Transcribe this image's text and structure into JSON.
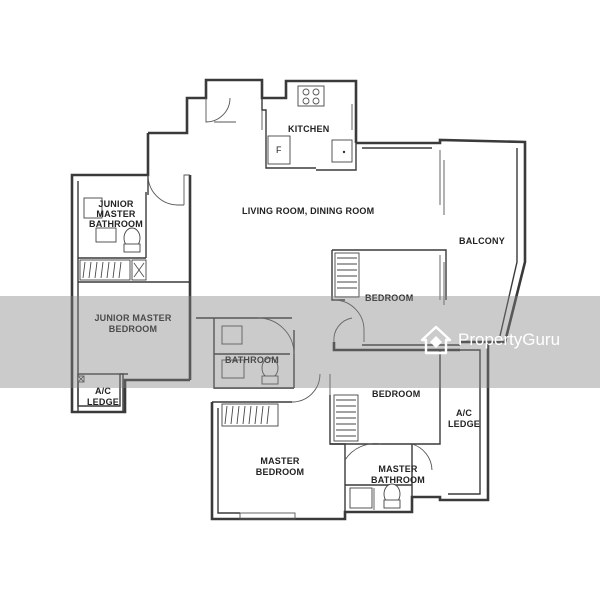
{
  "rooms": {
    "kitchen": "KITCHEN",
    "kitchen_fridge": "F",
    "living_dining": "LIVING ROOM, DINING ROOM",
    "balcony": "BALCONY",
    "junior_master_bathroom": "JUNIOR\nMASTER\nBATHROOM",
    "junior_master_bedroom": "JUNIOR MASTER\nBEDROOM",
    "ac_ledge_left": "A/C\nLEDGE",
    "bedroom_top": "BEDROOM",
    "bathroom": "BATHROOM",
    "bedroom_bottom": "BEDROOM",
    "ac_ledge_right": "A/C\nLEDGE",
    "master_bedroom": "MASTER\nBEDROOM",
    "master_bathroom": "MASTER\nBATHROOM"
  },
  "watermark": {
    "text": "PropertyGuru",
    "logo_icon": "propertyguru-house-icon"
  }
}
